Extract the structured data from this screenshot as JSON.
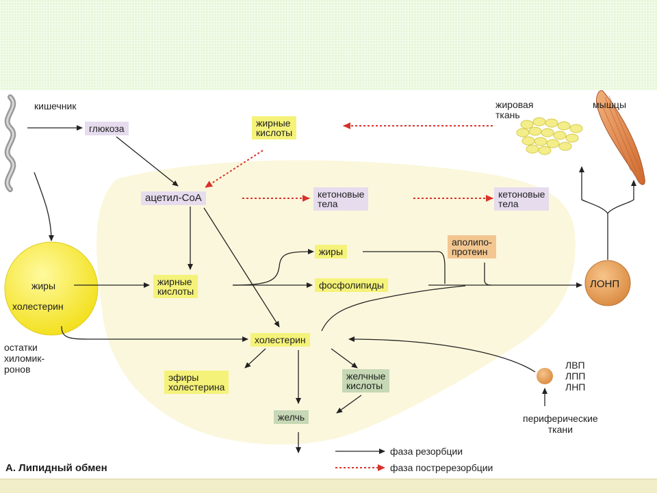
{
  "diagram": {
    "title": "А. Липидный обмен",
    "labels": {
      "intestine": "кишечник",
      "adipose": "жировая\nткань",
      "muscles": "мышцы",
      "chylomicron_remnants": "остатки\nхиломик-\nронов",
      "peripheral": "периферические\nткани",
      "lipoproteins": "ЛВП\nЛПП\nЛНП"
    },
    "nodes": {
      "glucose": "глюкоза",
      "fatty_acids_top": "жирные\nкислоты",
      "acetyl_coa": "ацетил-СоА",
      "ketone_bodies_1": "кетоновые\nтела",
      "ketone_bodies_2": "кетоновые\nтела",
      "fats": "жиры",
      "apolipoprotein": "аполипо-\nпротеин",
      "fatty_acids_mid": "жирные\nкислоты",
      "phospholipids": "фосфолипиды",
      "lonp": "ЛОНП",
      "cholesterol": "холестерин",
      "cholesterol_esters": "эфиры\nхолестерина",
      "bile_acids": "желчные\nкислоты",
      "bile": "желчь"
    },
    "chylomicron": {
      "fats": "жиры",
      "cholesterol": "холестерин"
    },
    "legend": {
      "resorption": "фаза резорбции",
      "postresorption": "фаза постререзорбции"
    },
    "colors": {
      "yellow_node": "#f5f27a",
      "purple_node": "#e6dcee",
      "green_node": "#c6d8b5",
      "orange_node": "#f3c690",
      "red_arrow": "#d8322a",
      "black_arrow": "#222222",
      "liver_fill": "#fbf6d8"
    }
  }
}
